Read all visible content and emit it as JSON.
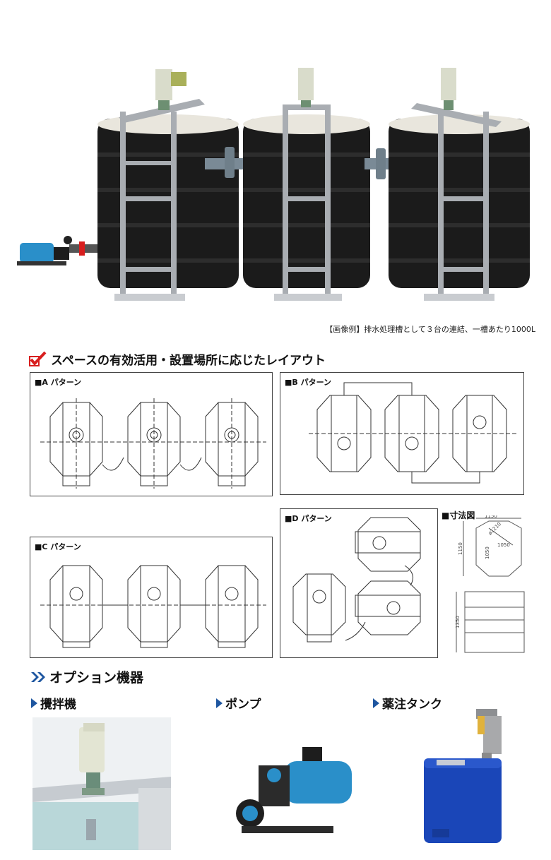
{
  "caption": "【画像例】排水処理槽として３台の連結、一槽あたり1000L",
  "layout_heading": "スペースの有効活用・設置場所に応じたレイアウト",
  "patterns": {
    "a": "■A パターン",
    "b": "■B パターン",
    "c": "■C パターン",
    "d": "■D パターン",
    "dims": "■寸法図"
  },
  "dims": {
    "top_width": "1150",
    "side_height": "1150",
    "diag": "ø1210",
    "inner_w": "1050",
    "inner_h": "1050",
    "height": "1350"
  },
  "options": {
    "heading": "オプション機器",
    "items": [
      "攪拌機",
      "ポンプ",
      "薬注タンク"
    ]
  },
  "colors": {
    "tank": "#1b1b1b",
    "frame": "#a9adb2",
    "accent_red": "#d81e1e",
    "accent_blue": "#1e56a0",
    "pump_blue": "#2a8fc9",
    "chem_tank_blue": "#1a46b8"
  }
}
